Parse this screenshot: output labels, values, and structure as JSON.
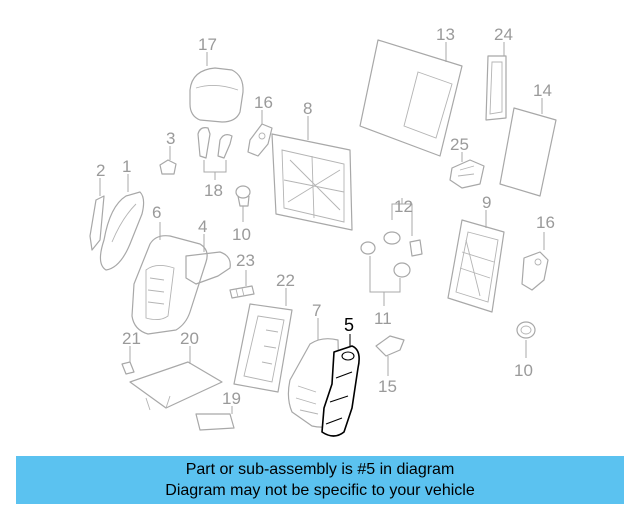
{
  "callouts": [
    "1",
    "2",
    "3",
    "4",
    "5",
    "6",
    "7",
    "8",
    "9",
    "10",
    "10",
    "11",
    "12",
    "13",
    "14",
    "15",
    "16",
    "16",
    "17",
    "18",
    "19",
    "20",
    "21",
    "22",
    "23",
    "24",
    "25"
  ],
  "highlighted_part": "5",
  "banner": {
    "line1": "Part or sub-assembly is #5 in diagram",
    "line2": "Diagram may not be specific to your vehicle",
    "color": "#5bc2f0"
  },
  "colors": {
    "line_art": "#a8a8a8",
    "highlight": "#000000"
  }
}
